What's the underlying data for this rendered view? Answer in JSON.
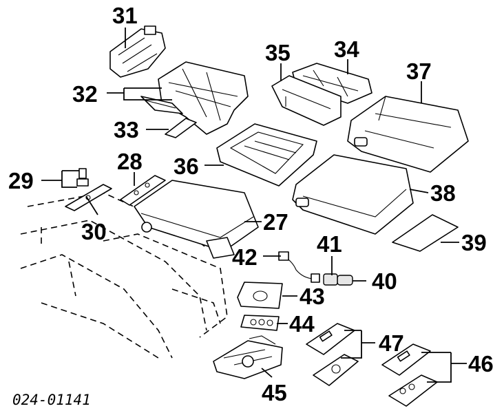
{
  "diagram": {
    "reference_code": "024-01141",
    "callouts": {
      "c27": "27",
      "c28": "28",
      "c29": "29",
      "c30": "30",
      "c31": "31",
      "c32": "32",
      "c33": "33",
      "c34": "34",
      "c35": "35",
      "c36": "36",
      "c37": "37",
      "c38": "38",
      "c39": "39",
      "c40": "40",
      "c41": "41",
      "c42": "42",
      "c43": "43",
      "c44": "44",
      "c45": "45",
      "c46": "46",
      "c47": "47"
    },
    "colors": {
      "line": "#000000",
      "background": "#ffffff",
      "part_shade": "#e6e6e6"
    }
  }
}
